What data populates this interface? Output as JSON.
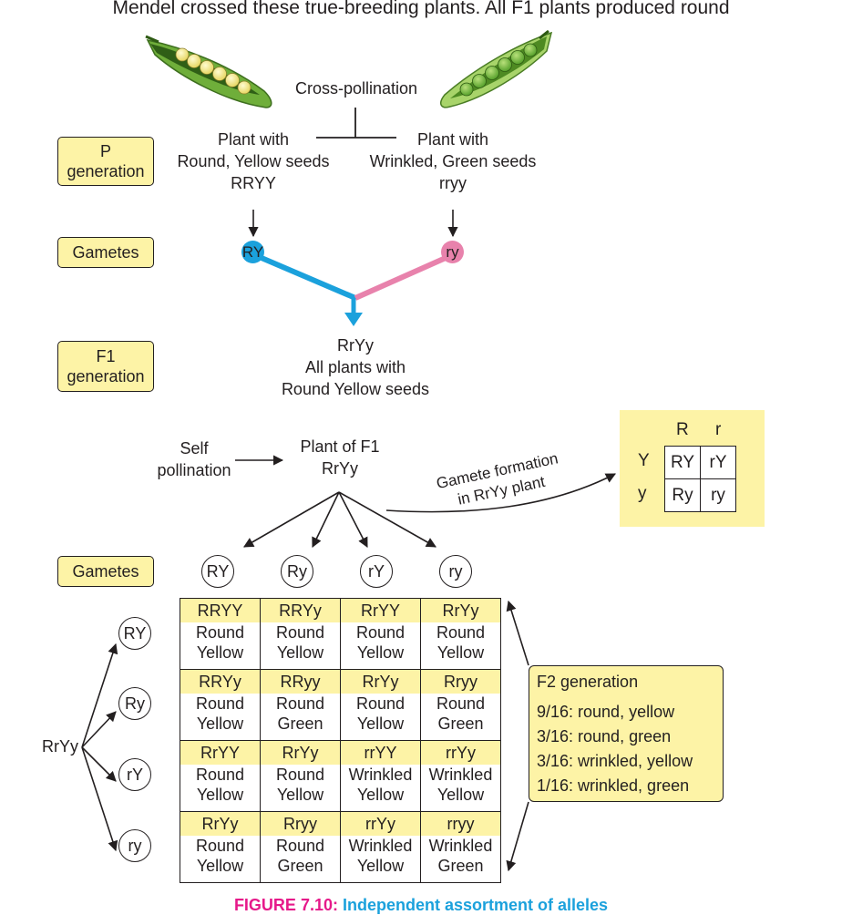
{
  "intro_text": "Mendel crossed these true-breeding plants. All F1 plants produced round",
  "cross_pollination": "Cross-pollination",
  "parent_left": {
    "line1": "Plant with",
    "line2": "Round, Yellow seeds",
    "line3": "RRYY"
  },
  "parent_right": {
    "line1": "Plant with",
    "line2": "Wrinkled, Green seeds",
    "line3": "rryy"
  },
  "labels": {
    "p_gen": {
      "line1": "P",
      "line2": "generation"
    },
    "gametes": "Gametes",
    "f1_gen": {
      "line1": "F1",
      "line2": "generation"
    },
    "gametes2": "Gametes"
  },
  "parent_gametes": {
    "left": "RY",
    "right": "ry",
    "left_color": "#1ba1dc",
    "right_color": "#e882ac"
  },
  "f1": {
    "line1": "RrYy",
    "line2": "All plants with",
    "line3": "Round Yellow seeds"
  },
  "self_pollination": {
    "line1": "Self",
    "line2": "pollination"
  },
  "plant_f1": {
    "line1": "Plant of F1",
    "line2": "RrYy"
  },
  "gamete_formation": {
    "line1": "Gamete formation",
    "line2": "in RrYy plant"
  },
  "gamete_table": {
    "col_headers": [
      "R",
      "r"
    ],
    "row_headers": [
      "Y",
      "y"
    ],
    "cells": [
      [
        "RY",
        "rY"
      ],
      [
        "Ry",
        "ry"
      ]
    ]
  },
  "gametes_top": [
    "RY",
    "Ry",
    "rY",
    "ry"
  ],
  "gametes_side": [
    "RY",
    "Ry",
    "rY",
    "ry"
  ],
  "side_genotype": "RrYy",
  "punnett": [
    [
      {
        "g": "RRYY",
        "s": "Round",
        "c": "Yellow"
      },
      {
        "g": "RRYy",
        "s": "Round",
        "c": "Yellow"
      },
      {
        "g": "RrYY",
        "s": "Round",
        "c": "Yellow"
      },
      {
        "g": "RrYy",
        "s": "Round",
        "c": "Yellow"
      }
    ],
    [
      {
        "g": "RRYy",
        "s": "Round",
        "c": "Yellow"
      },
      {
        "g": "RRyy",
        "s": "Round",
        "c": "Green"
      },
      {
        "g": "RrYy",
        "s": "Round",
        "c": "Yellow"
      },
      {
        "g": "Rryy",
        "s": "Round",
        "c": "Green"
      }
    ],
    [
      {
        "g": "RrYY",
        "s": "Round",
        "c": "Yellow"
      },
      {
        "g": "RrYy",
        "s": "Round",
        "c": "Yellow"
      },
      {
        "g": "rrYY",
        "s": "Wrinkled",
        "c": "Yellow"
      },
      {
        "g": "rrYy",
        "s": "Wrinkled",
        "c": "Yellow"
      }
    ],
    [
      {
        "g": "RrYy",
        "s": "Round",
        "c": "Yellow"
      },
      {
        "g": "Rryy",
        "s": "Round",
        "c": "Green"
      },
      {
        "g": "rrYy",
        "s": "Wrinkled",
        "c": "Yellow"
      },
      {
        "g": "rryy",
        "s": "Wrinkled",
        "c": "Green"
      }
    ]
  ],
  "f2": {
    "title": "F2 generation",
    "ratios": [
      "9/16: round, yellow",
      "3/16: round, green",
      "3/16: wrinkled, yellow",
      "1/16: wrinkled, green"
    ]
  },
  "caption": {
    "number": "FIGURE 7.10:",
    "title": "Independent assortment of alleles",
    "number_color": "#e6198a",
    "title_color": "#1ba1dc"
  },
  "colors": {
    "highlight": "#fdf3a6",
    "line": "#231f20"
  }
}
